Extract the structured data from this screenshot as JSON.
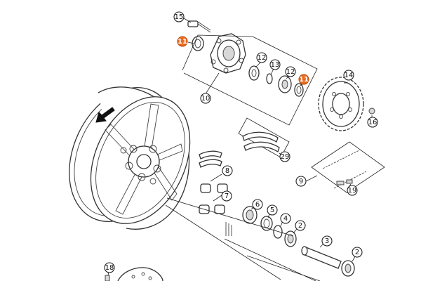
{
  "diagram": {
    "highlight_color": "#e96a1e",
    "callouts": [
      {
        "id": "c15",
        "label": "15",
        "highlighted": false
      },
      {
        "id": "c11a",
        "label": "11",
        "highlighted": true
      },
      {
        "id": "c10",
        "label": "10",
        "highlighted": false
      },
      {
        "id": "c12a",
        "label": "12",
        "highlighted": false
      },
      {
        "id": "c13",
        "label": "13",
        "highlighted": false
      },
      {
        "id": "c12b",
        "label": "12",
        "highlighted": false
      },
      {
        "id": "c11b",
        "label": "11",
        "highlighted": true
      },
      {
        "id": "c14",
        "label": "14",
        "highlighted": false
      },
      {
        "id": "c16",
        "label": "16",
        "highlighted": false
      },
      {
        "id": "c29",
        "label": "29",
        "highlighted": false
      },
      {
        "id": "c9",
        "label": "9",
        "highlighted": false
      },
      {
        "id": "c19",
        "label": "19",
        "highlighted": false
      },
      {
        "id": "c8",
        "label": "8",
        "highlighted": false
      },
      {
        "id": "c7",
        "label": "7",
        "highlighted": false
      },
      {
        "id": "c6",
        "label": "6",
        "highlighted": false
      },
      {
        "id": "c5",
        "label": "5",
        "highlighted": false
      },
      {
        "id": "c4",
        "label": "4",
        "highlighted": false
      },
      {
        "id": "c2a",
        "label": "2",
        "highlighted": false
      },
      {
        "id": "c3",
        "label": "3",
        "highlighted": false
      },
      {
        "id": "c2b",
        "label": "2",
        "highlighted": false
      },
      {
        "id": "c18",
        "label": "18",
        "highlighted": false
      }
    ]
  }
}
